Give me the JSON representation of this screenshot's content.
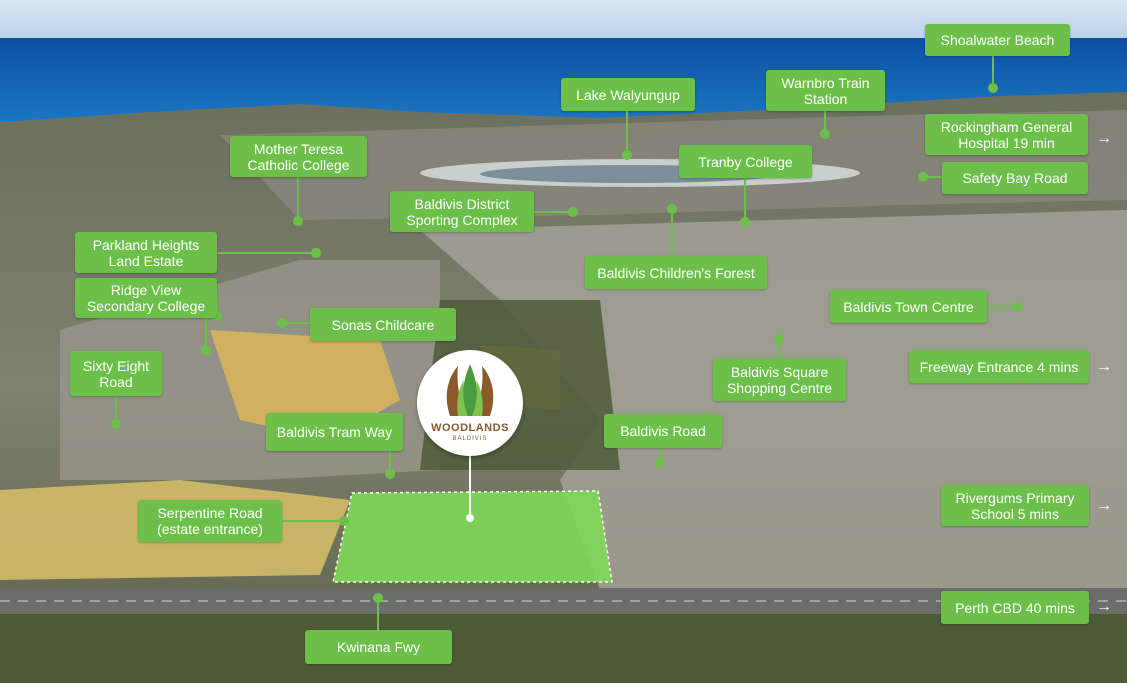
{
  "colors": {
    "label_bg": "#6cc04a",
    "label_text": "#ffffff",
    "estate_overlay": "#7ed957",
    "ocean": "#1263b5",
    "logo_brown": "#8a5a2b"
  },
  "logo": {
    "title": "WOODLANDS",
    "subtitle": "BALDIVIS",
    "icon": "tree-leaves-icon"
  },
  "labels": {
    "shoalwater_beach": "Shoalwater Beach",
    "lake_walyungup": "Lake Walyungup",
    "warnbro_train_station": "Warnbro Train\nStation",
    "rockingham_hospital": "Rockingham General\nHospital 19 min",
    "safety_bay_road": "Safety Bay Road",
    "mother_teresa_college": "Mother Teresa\nCatholic College",
    "tranby_college": "Tranby College",
    "baldivis_sporting_complex": "Baldivis District\nSporting Complex",
    "parkland_heights": "Parkland Heights\nLand Estate",
    "baldivis_childrens_forest": "Baldivis Children's Forest",
    "ridge_view_college": "Ridge View\nSecondary College",
    "sonas_childcare": "Sonas Childcare",
    "baldivis_town_centre": "Baldivis Town Centre",
    "sixty_eight_road": "Sixty Eight\nRoad",
    "baldivis_square": "Baldivis Square\nShopping Centre",
    "freeway_entrance": "Freeway Entrance 4 mins",
    "baldivis_tram_way": "Baldivis Tram Way",
    "baldivis_road": "Baldivis Road",
    "rivergums_school": "Rivergums Primary\nSchool 5 mins",
    "serpentine_road": "Serpentine Road\n(estate entrance)",
    "perth_cbd": "Perth CBD 40 mins",
    "kwinana_fwy": "Kwinana Fwy"
  },
  "offscreen_arrow": "→"
}
